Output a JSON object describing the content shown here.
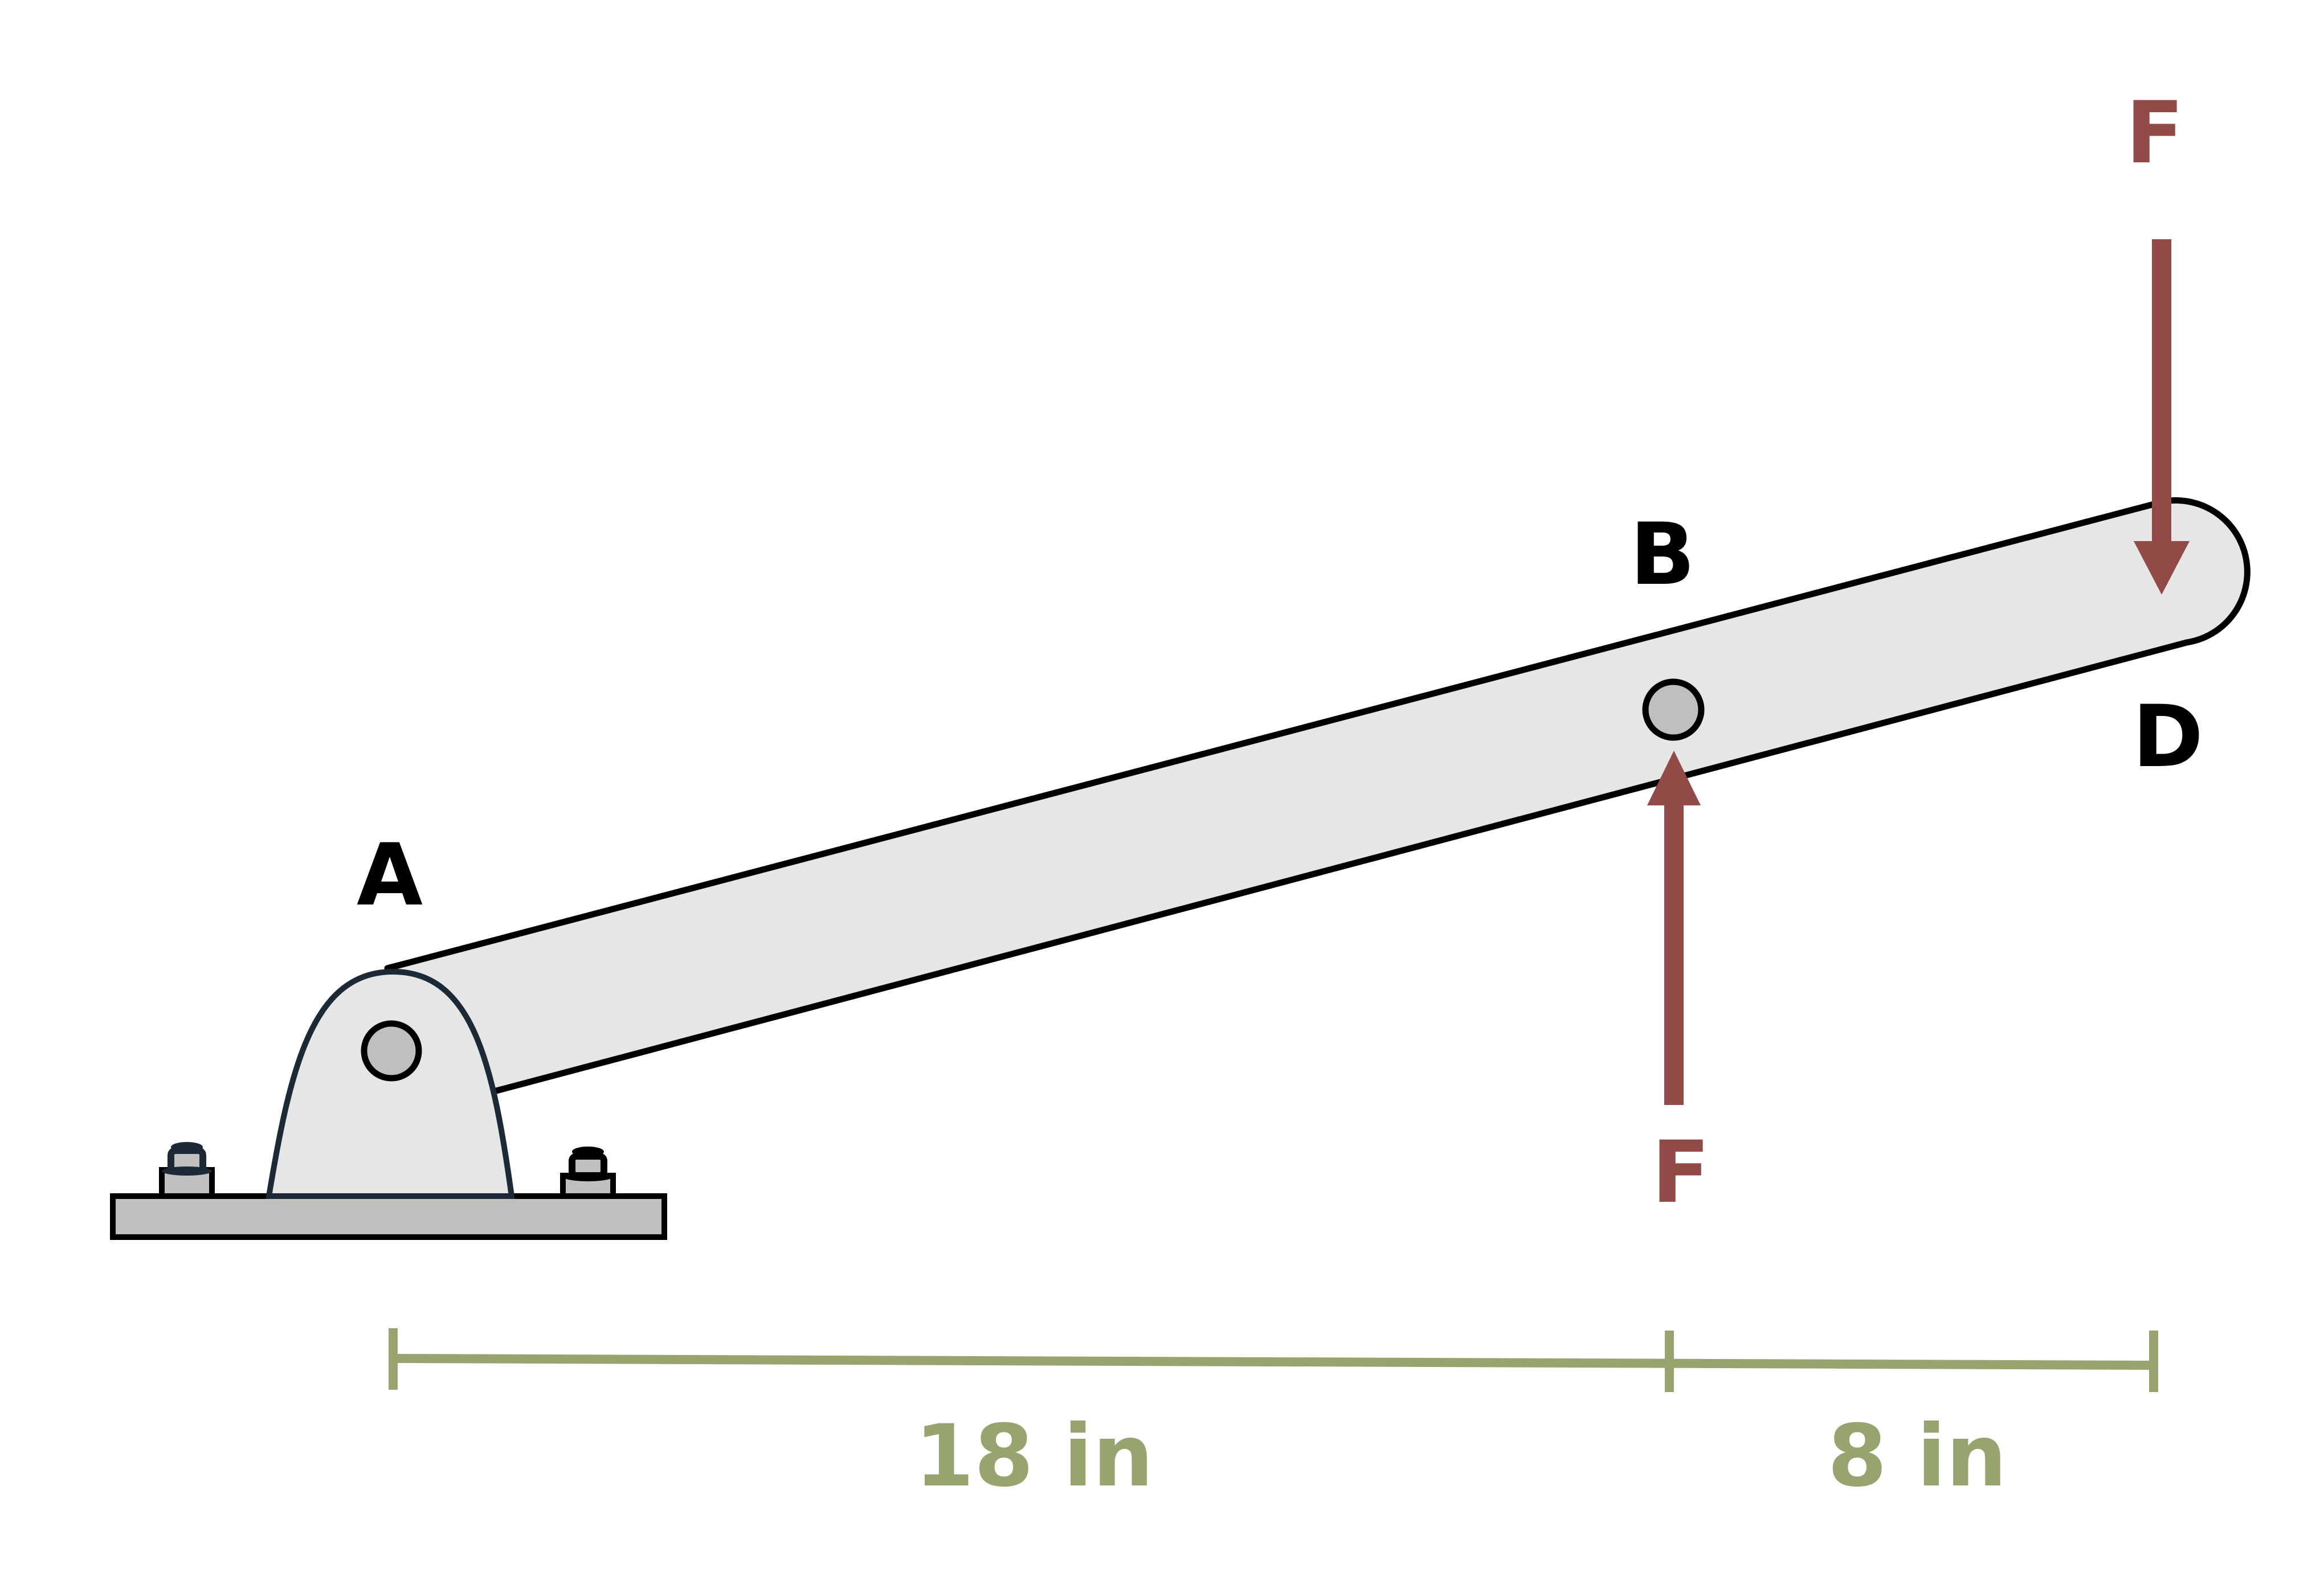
{
  "points": {
    "a": "A",
    "b": "B",
    "d": "D"
  },
  "forces": {
    "at_d": "F",
    "at_b": "F"
  },
  "dimensions": {
    "ab": "18 in",
    "bd": "8 in"
  },
  "colors": {
    "force": "#924a47",
    "dimension": "#98a46f",
    "lever_fill": "#e6e6e6",
    "pin_fill": "#bfbfbf",
    "outline": "#000000",
    "bolt_dark": "#1c2a38"
  }
}
